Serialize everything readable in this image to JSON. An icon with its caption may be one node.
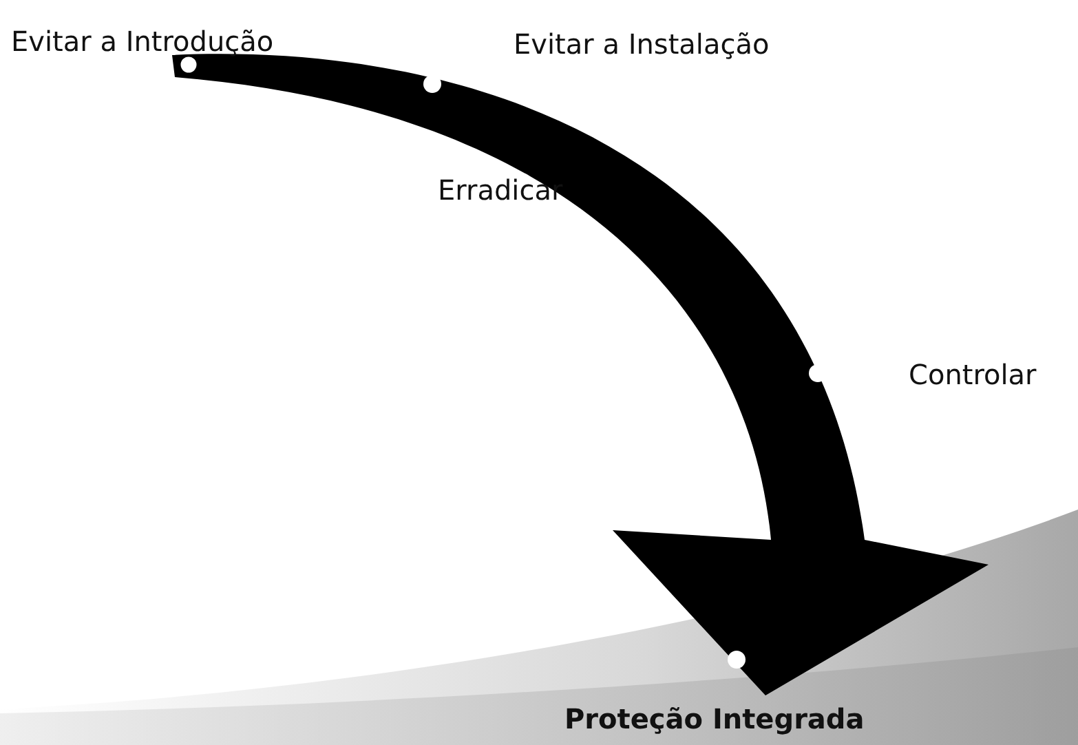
{
  "diagram": {
    "labels": [
      "Evitar a Introdução",
      "Evitar a Instalação",
      "Erradicar",
      "Controlar",
      "Proteção Integrada"
    ]
  }
}
